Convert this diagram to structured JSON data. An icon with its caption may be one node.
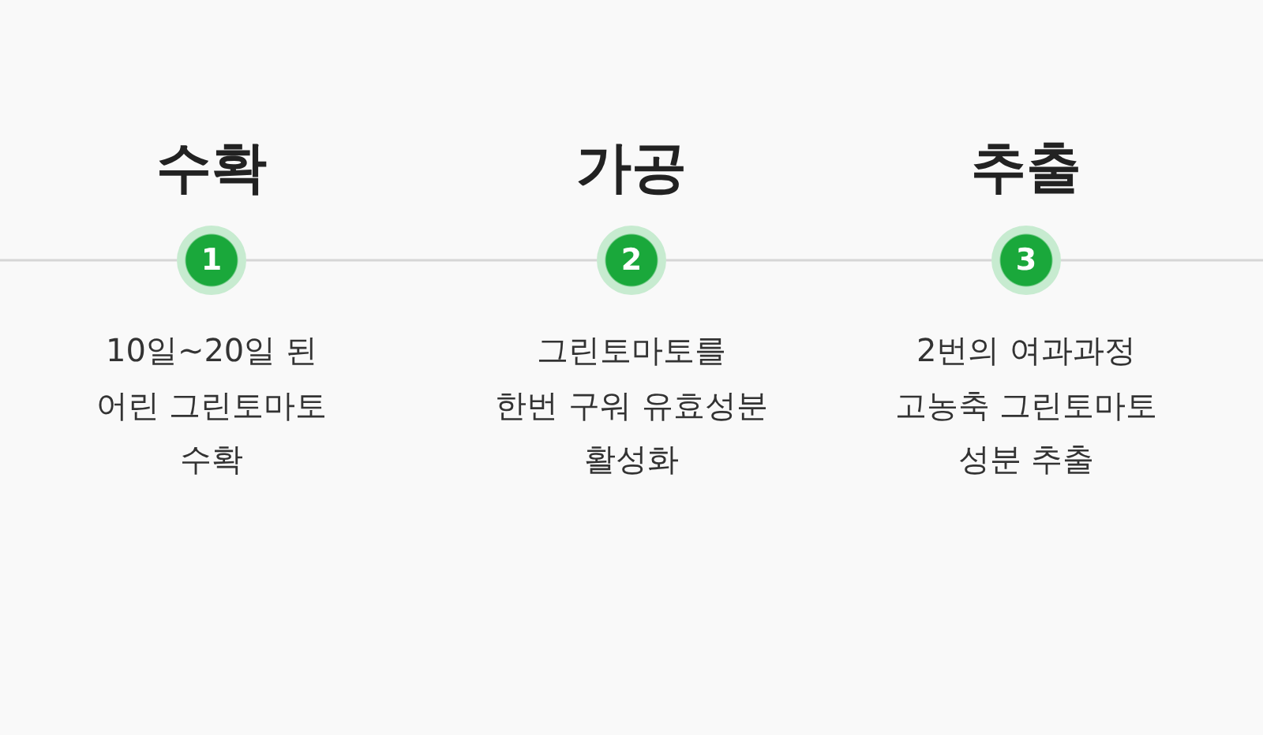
{
  "diagram": {
    "nodes": [
      {
        "text": [
          "1"
        ],
        "beside": [
          "수확",
          "10일~20일 된 어린 그린토마토 수확"
        ]
      },
      {
        "text": [
          "2"
        ],
        "beside": [
          "가공",
          "그린토마토를 한번 구워 유효성분 활성화"
        ]
      },
      {
        "text": [
          "3"
        ],
        "beside": [
          "추출",
          "2번의 여과과정 고농축 그린토마토 성분 추출"
        ]
      }
    ],
    "edges": [
      {
        "from": null,
        "to": 0,
        "arrow": "none"
      },
      {
        "from": 0,
        "to": 1,
        "arrow": "none"
      },
      {
        "from": 1,
        "to": 2,
        "arrow": "none"
      },
      {
        "from": 2,
        "to": null,
        "arrow": "none"
      }
    ]
  }
}
